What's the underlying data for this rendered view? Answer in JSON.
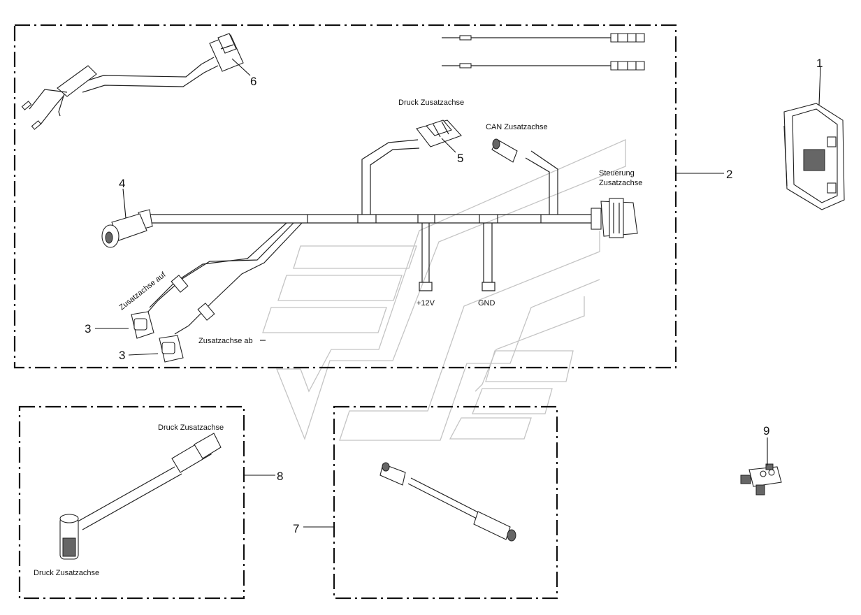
{
  "labels": {
    "druck_zusatzachse_top": "Druck Zusatzachse",
    "can_zusatzachse": "CAN Zusatzachse",
    "steuerung_line1": "Steuerung",
    "steuerung_line2": "Zusatzachse",
    "zusatzachse_auf": "Zusatzachse auf",
    "zusatzachse_ab": "Zusatzachse ab",
    "plus_12v": "+12V",
    "gnd": "GND",
    "druck_zusatzachse_kit8_top": "Druck Zusatzachse",
    "druck_zusatzachse_kit8_bottom": "Druck Zusatzachse"
  },
  "callouts": {
    "n1": "1",
    "n2": "2",
    "n3a": "3",
    "n3b": "3",
    "n4": "4",
    "n5": "5",
    "n6": "6",
    "n7": "7",
    "n8": "8",
    "n9": "9"
  },
  "colors": {
    "line": "#111111",
    "watermark": "#c4c4c4"
  }
}
